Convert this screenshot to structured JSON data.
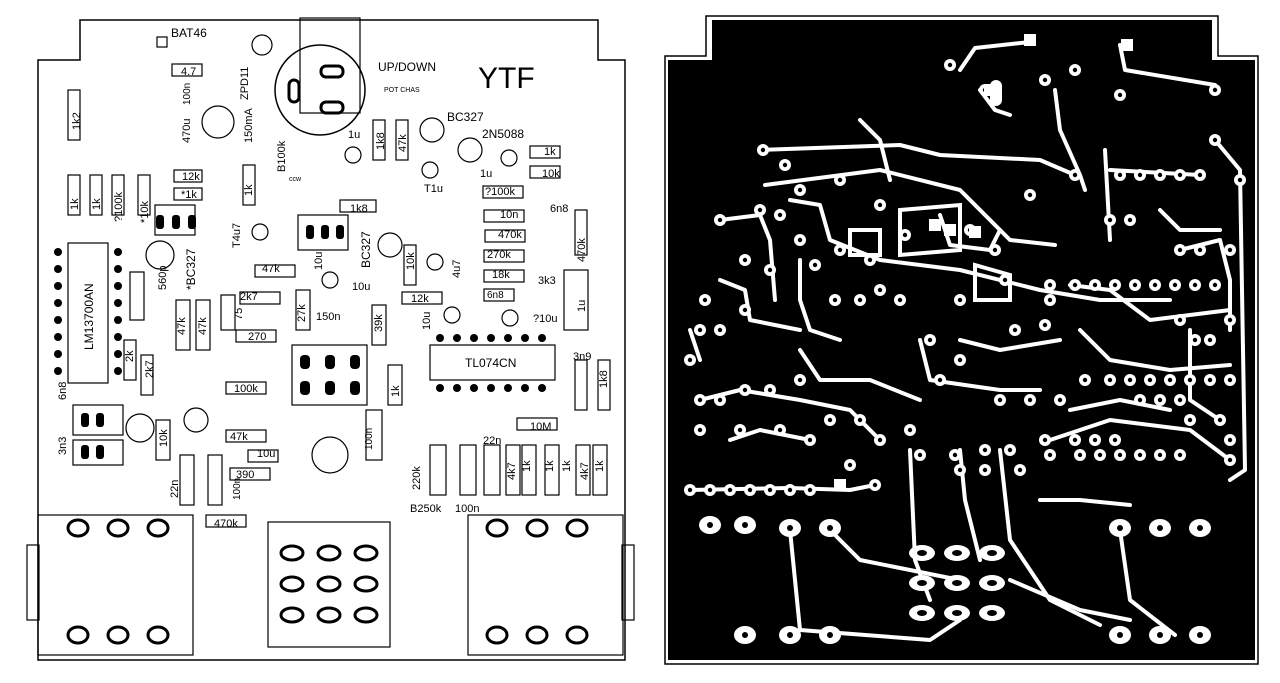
{
  "board": {
    "title": "YTF",
    "switch_label": "UP/DOWN",
    "pot_chassis_label": "POT CHAS",
    "ccw_label": "ccw",
    "ic_ota": "LM13700AN",
    "ic_opamp": "TL074CN"
  },
  "components": {
    "bat46": "BAT46",
    "r_4_7": "4.7",
    "zpd11": "ZPD11",
    "c_100n_a": "100n",
    "c_470u": "470u",
    "led_150ma": "150mA",
    "r_1k2": "1k2",
    "pot_b100k": "B100k",
    "c_1u_a": "1u",
    "r_1k8_a": "1k8",
    "r_47k_a": "47k",
    "bc327_a": "BC327",
    "n5088": "2N5088",
    "r_1k_a": "1k",
    "c_1u_b": "1u",
    "r_10k_a": "10k",
    "t1u": "T1u",
    "r_12k_a": "12k",
    "r_1k_b": "*1k",
    "r_10k_b": "*10k",
    "r_1k_c": "1k",
    "r_1k_d": "1k",
    "r_100k_a": "?100k",
    "r_1k_e": "1k",
    "r_1k8_b": "1k8",
    "r_100k_b": "?100k",
    "c_10n": "10n",
    "c_6n8_a": "6n8",
    "r_470k_a": "470k",
    "r_470k_b": "470k",
    "t4u7": "T4u7",
    "bc327_b": "*BC327",
    "bc327_c": "BC327",
    "r_47k_b": "47k",
    "c_10u_a": "10u",
    "r_10k_c": "10k",
    "c_4u7": "4u7",
    "r_270k": "270k",
    "r_18k": "18k",
    "c_560p": "560p",
    "r_2k7_a": "2k7",
    "r_75": "75",
    "r_27k": "27k",
    "c_10u_b": "10u",
    "c_150n": "150n",
    "r_39k": "39k",
    "r_12k_b": "12k",
    "c_6n8_b": "6n8",
    "r_3k3": "3k3",
    "c_1u_c": "1u",
    "r_47k_c": "47k",
    "r_47k_d": "47k",
    "r_270": "270",
    "c_10u_c": "10u",
    "c_10u_d": "?10u",
    "r_2k": "2k",
    "r_2k7_b": "2k7",
    "c_3n9": "3n9",
    "r_1k8_c": "1k8",
    "c_6n8_c": "6n8",
    "r_100k_c": "100k",
    "r_1k_f": "1k",
    "c_3n3": "3n3",
    "r_10k_d": "10k",
    "r_47k_e": "47k",
    "c_10u_e": "10u",
    "r_390": "390",
    "c_100n_b": "100n",
    "r_10m": "10M",
    "c_22n_a": "22n",
    "r_220k": "220k",
    "r_4k7_a": "4k7",
    "r_1k_g": "1k",
    "r_1k_h": "1k",
    "r_4k7_b": "4k7",
    "r_1k_i": "1k",
    "r_1k_j": "1k",
    "c_22n_b": "22n",
    "c_100n_c": "100n",
    "r_470k_c": "470k",
    "pot_b250k": "B250k",
    "c_100n_d": "100n"
  }
}
